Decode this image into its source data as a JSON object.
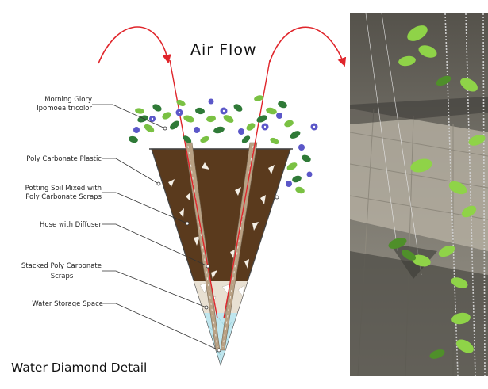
{
  "diagram": {
    "heading": "Air Flow",
    "caption": "Water Diamond Detail",
    "labels": [
      {
        "line1": "Morning Glory",
        "line2": "Ipomoea tricolor"
      },
      {
        "line1": "Poly Carbonate Plastic",
        "line2": ""
      },
      {
        "line1": "Potting Soil Mixed with",
        "line2": "Poly Carbonate Scraps"
      },
      {
        "line1": "Hose with Diffuser",
        "line2": ""
      },
      {
        "line1": "Stacked Poly Carbonate",
        "line2": "Scraps"
      },
      {
        "line1": "Water Storage Space",
        "line2": ""
      }
    ]
  },
  "colors": {
    "soil": "#5a3a1d",
    "arrow": "#e0252b",
    "leaf_green": "#7ac143",
    "flower_blue": "#5b57c8",
    "water": "#bfe6ee",
    "plastic_outline": "#444444"
  }
}
